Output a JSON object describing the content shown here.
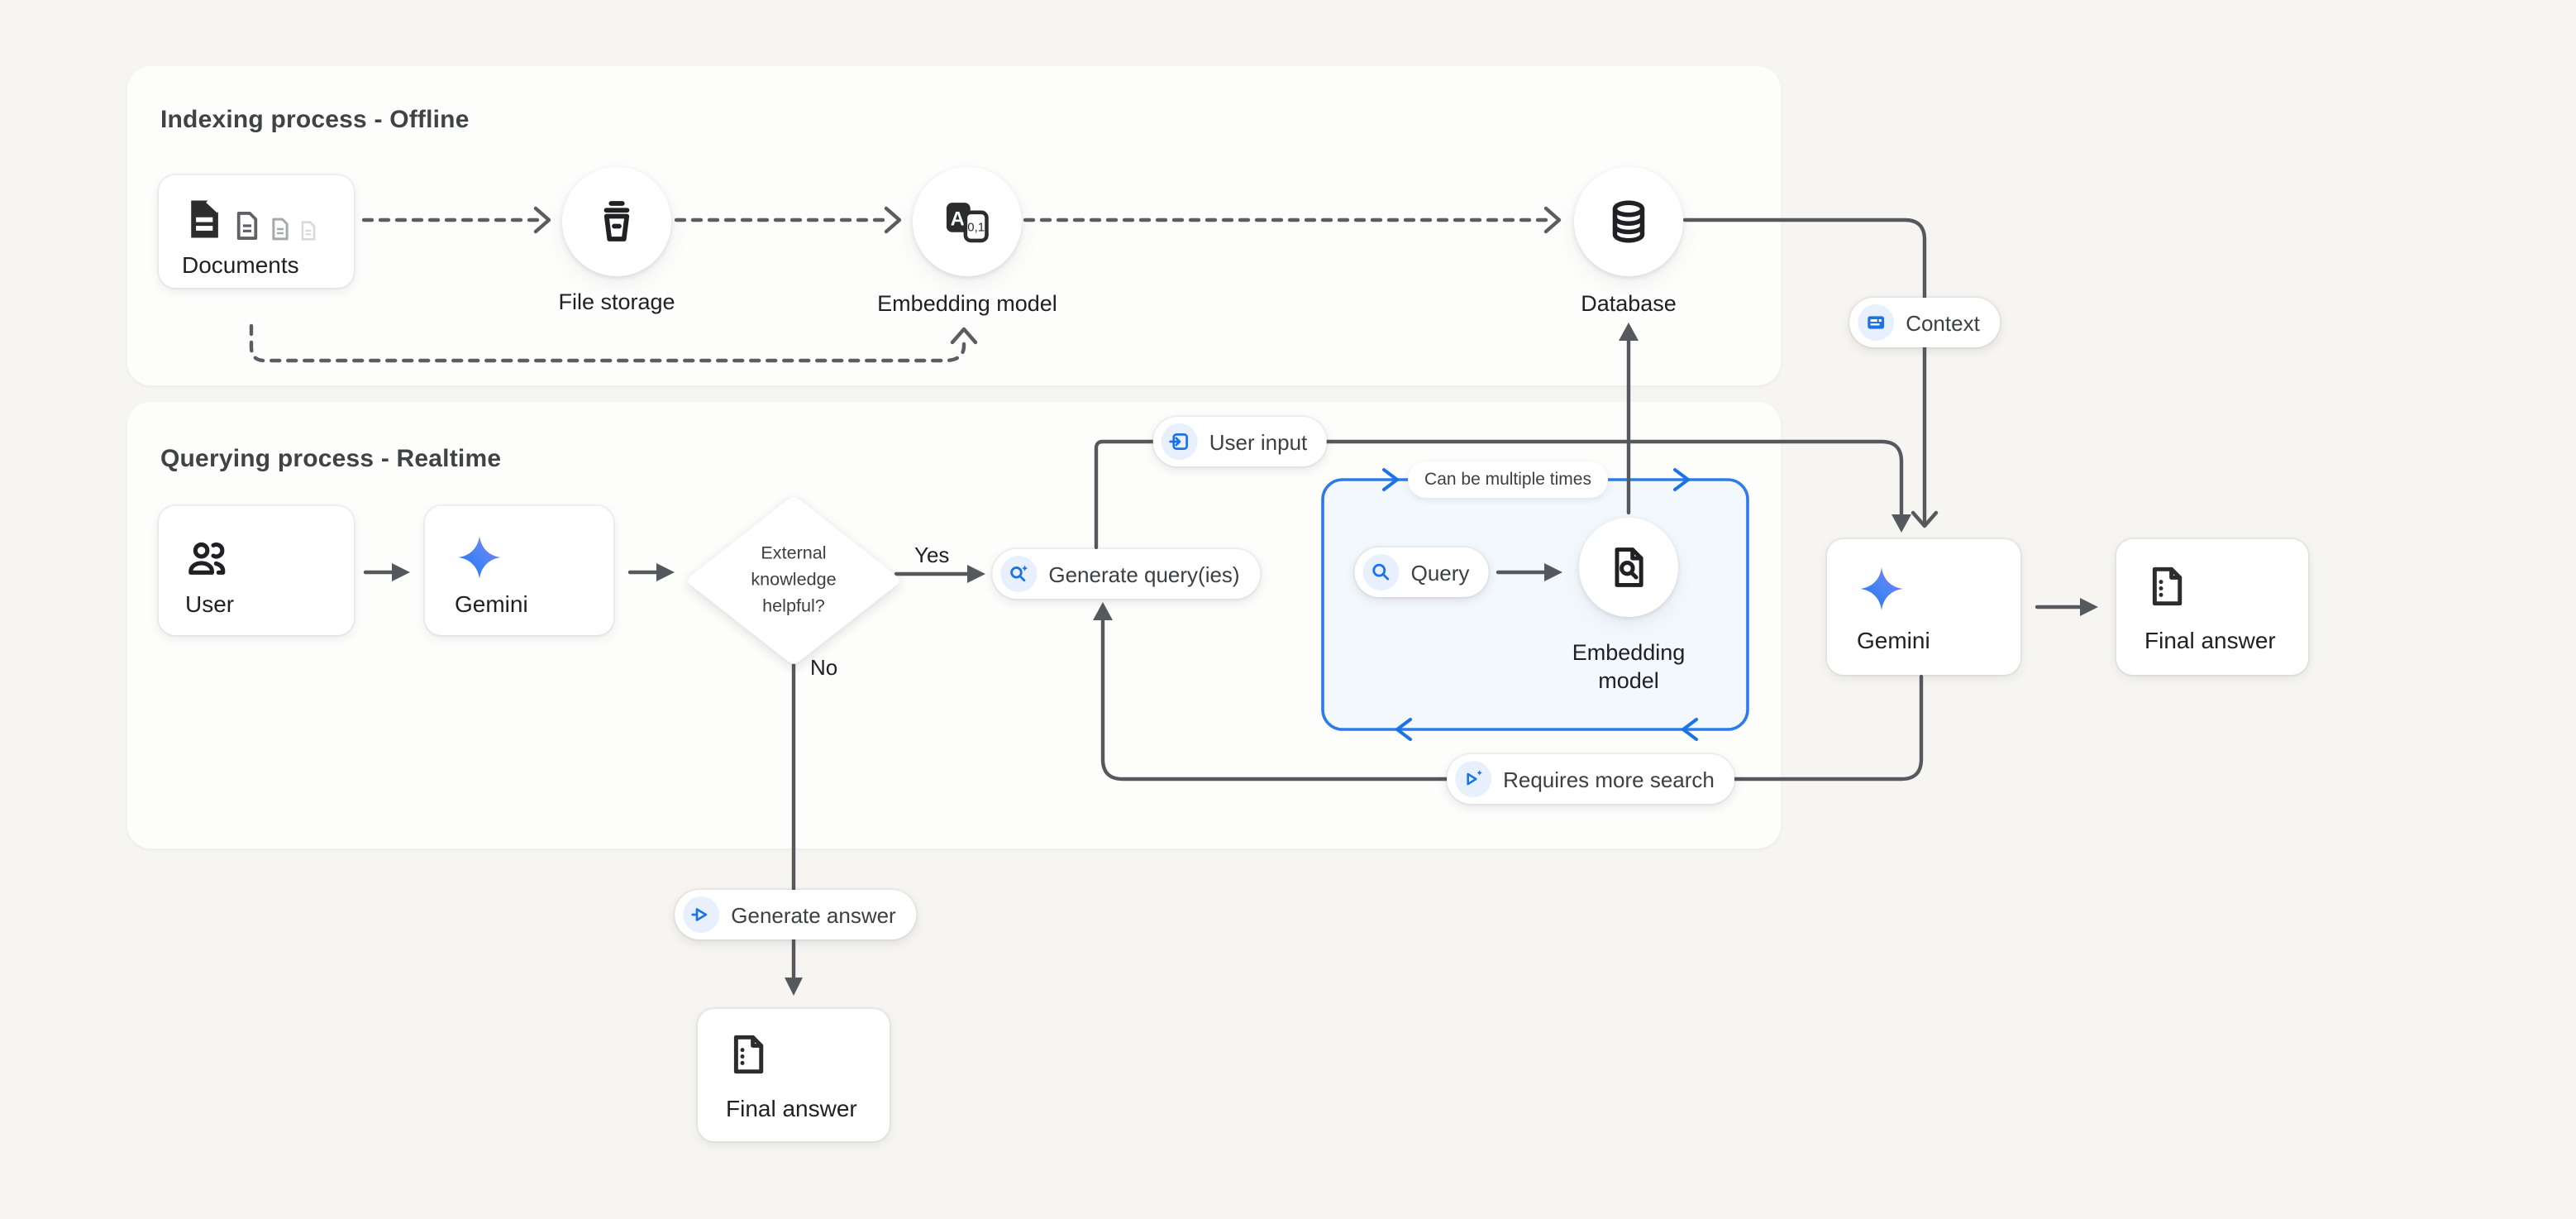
{
  "colors": {
    "page_bg": "#f6f5f2",
    "panel_bg": "#fdfdfc",
    "accent_blue": "#1a73e8",
    "icon_chip_bg": "#e8f0fe",
    "line_gray": "#55585c",
    "loop_border_blue": "#2b7cea",
    "loop_fill_blue": "#f3f8fd",
    "ink": "#202124"
  },
  "panels": {
    "indexing_title": "Indexing process - Offline",
    "querying_title": "Querying process - Realtime"
  },
  "nodes": {
    "documents_label": "Documents",
    "file_storage_label": "File storage",
    "embedding_offline_label": "Embedding model",
    "database_label": "Database",
    "user_label": "User",
    "gemini_query_label": "Gemini",
    "decision_lines": [
      "External",
      "knowledge",
      "helpful?"
    ],
    "generate_queries_label": "Generate query(ies)",
    "query_label": "Query",
    "embedding_realtime_lines": [
      "Embedding",
      "model"
    ],
    "gemini_answer_label": "Gemini",
    "final_answer_right_label": "Final answer",
    "final_answer_bottom_label": "Final answer"
  },
  "pills": {
    "context_label": "Context",
    "user_input_label": "User input",
    "requires_more_search_label": "Requires more search",
    "generate_answer_label": "Generate answer",
    "loop_note_label": "Can be multiple times"
  },
  "edges": {
    "yes_label": "Yes",
    "no_label": "No"
  }
}
